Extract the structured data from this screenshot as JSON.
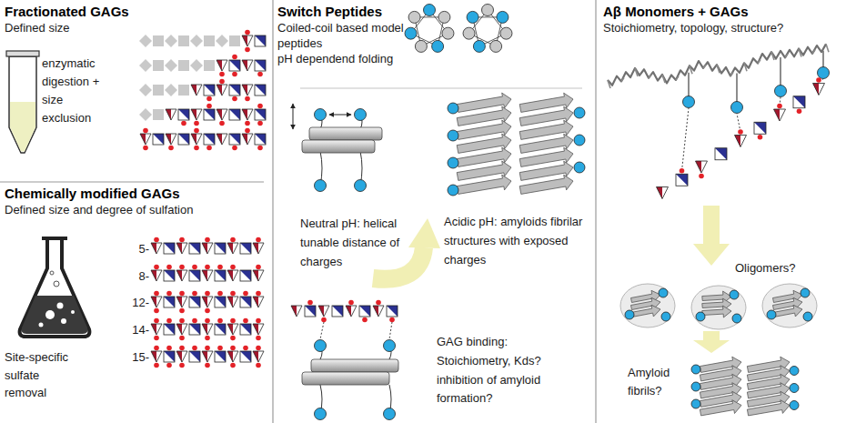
{
  "diagram": {
    "nodes": [
      {
        "text": [
          "Fractionated GAGs",
          "Defined size"
        ]
      },
      {
        "text": [
          "Chemically modified GAGs",
          "Defined size and degree of sulfation"
        ]
      },
      {
        "text": [
          "Switch Peptides",
          "Coiled-coil based model peptides",
          "pH dependend folding"
        ]
      },
      {
        "text": [
          "Aβ Monomers + GAGs",
          "Stoichiometry, topology, structure?"
        ]
      }
    ],
    "labels": [
      "enzymatic digestion + size exclusion",
      "5-",
      "8-",
      "12-",
      "14-",
      "15-",
      "Site-specific sulfate removal",
      "Neutral pH: helical tunable distance of charges",
      "Acidic pH: amyloids fibrilar structures with exposed charges",
      "GAG binding: Stoichiometry, Kds? inhibition of amyloid formation?",
      "Oligomers?",
      "Amyloid fibrils?"
    ]
  }
}
